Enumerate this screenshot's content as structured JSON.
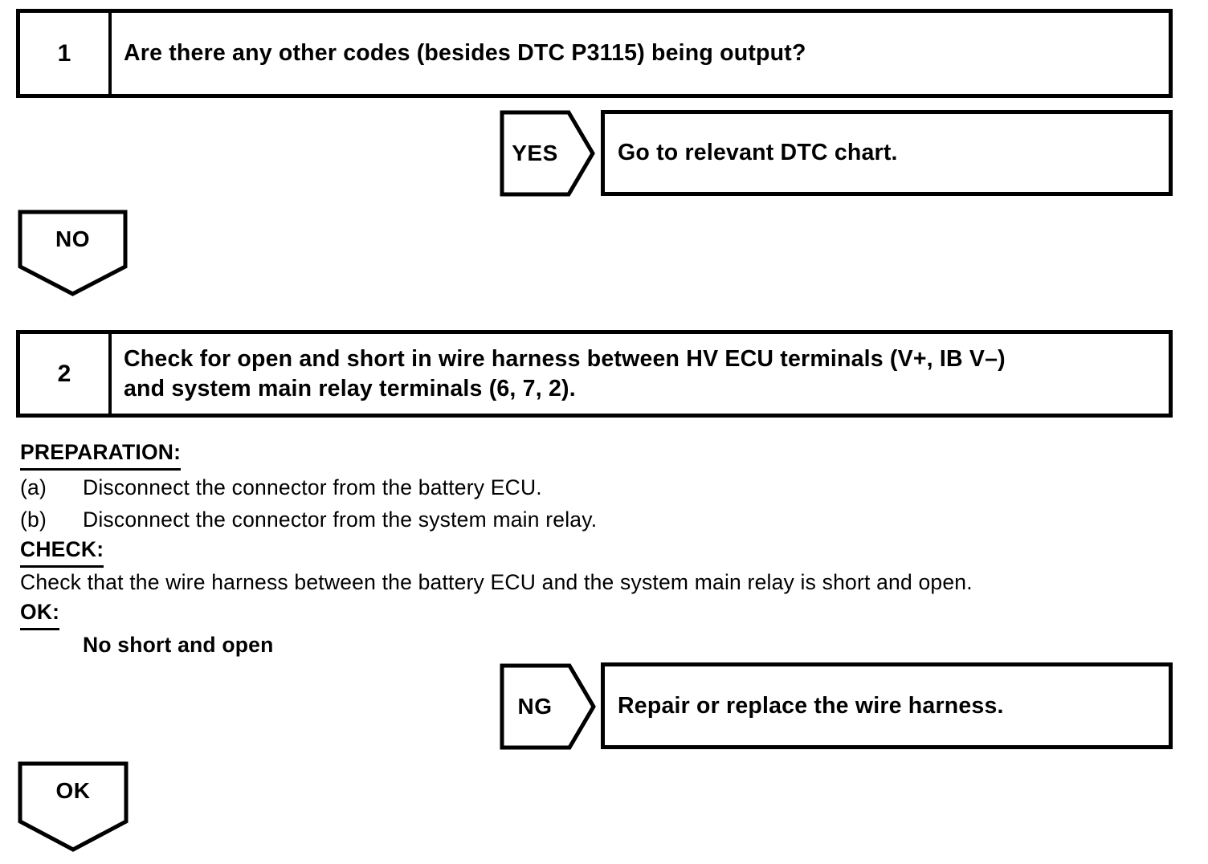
{
  "steps": [
    {
      "number": "1",
      "question": "Are there any other codes (besides DTC P3115) being output?"
    },
    {
      "number": "2",
      "question_line1": "Check for open and short in wire harness between HV ECU terminals (V+, IB V–)",
      "question_line2": "and system main relay terminals (6, 7, 2)."
    }
  ],
  "connectors": {
    "yes": "YES",
    "no": "NO",
    "ng": "NG",
    "ok": "OK"
  },
  "results": {
    "yes": "Go to relevant DTC chart.",
    "ng": "Repair or replace the wire harness."
  },
  "procedure": {
    "preparation_label": "PREPARATION:",
    "items": [
      {
        "marker": "(a)",
        "text": "Disconnect the connector from the battery ECU."
      },
      {
        "marker": "(b)",
        "text": "Disconnect the connector from the system main relay."
      }
    ],
    "check_label": "CHECK:",
    "check_text": "Check that the wire harness between the battery ECU and the system main relay is short and open.",
    "ok_label": "OK:",
    "ok_text": "No short and open"
  },
  "colors": {
    "ink": "#000000",
    "paper": "#ffffff"
  }
}
